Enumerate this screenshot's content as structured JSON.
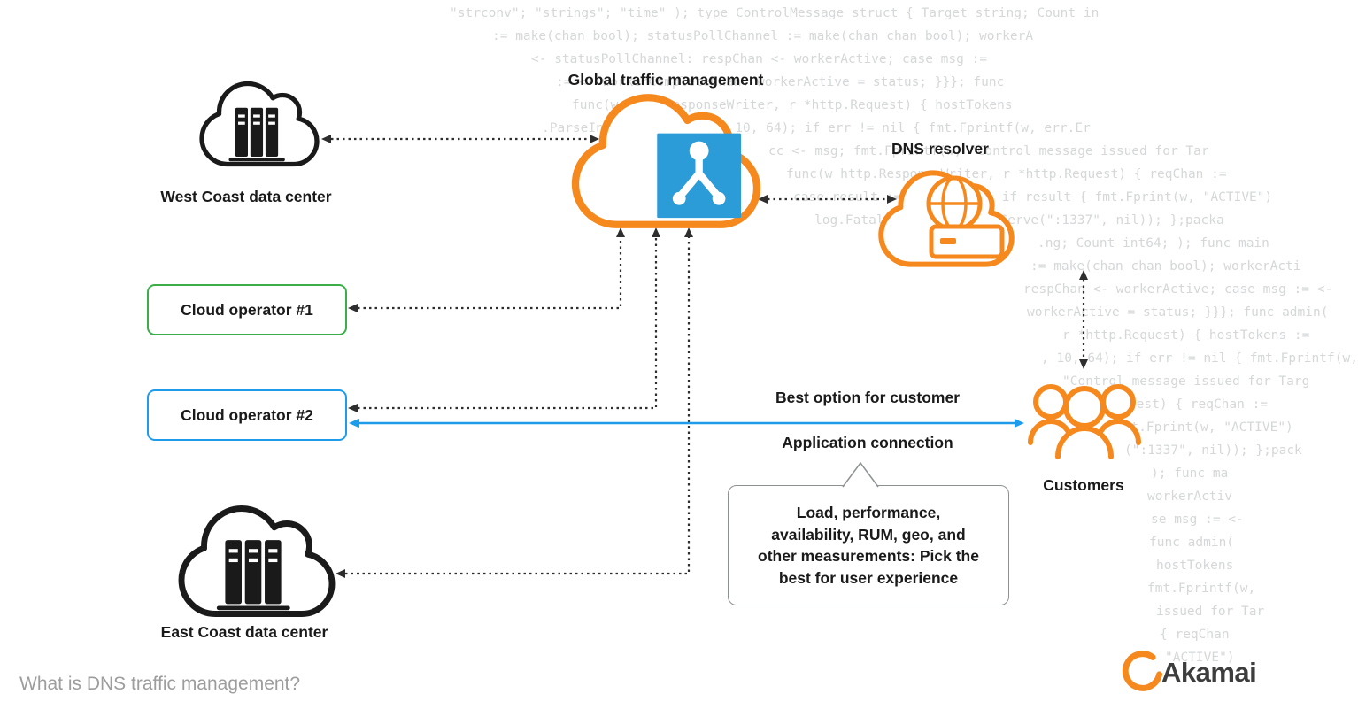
{
  "colors": {
    "orange": "#F6891E",
    "blue_square": "#2B9CD8",
    "green": "#3BAE49",
    "blue": "#1E9BE9",
    "ink": "#1A1A1A",
    "arrow": "#2E2E2E",
    "code": "#D5D7D8",
    "footer_gray": "#9D9D9D",
    "logo_text": "#3D3D3D",
    "callout_border": "#8E9193"
  },
  "icons": {
    "west_datacenter": "cloud-with-servers-icon",
    "east_datacenter": "cloud-with-servers-icon",
    "gtm": "cloud-branch-node-icon",
    "dns_resolver": "cloud-globe-server-icon",
    "customers": "people-group-icon",
    "logo": "akamai-crescent-icon"
  },
  "nodes": {
    "west_datacenter": {
      "label": "West Coast data center"
    },
    "east_datacenter": {
      "label": "East Coast data center"
    },
    "gtm": {
      "label": "Global traffic management"
    },
    "dns_resolver": {
      "label": "DNS resolver"
    },
    "cloud_operator_1": {
      "label": "Cloud operator #1"
    },
    "cloud_operator_2": {
      "label": "Cloud operator #2"
    },
    "customers": {
      "label": "Customers"
    }
  },
  "annotations": {
    "best_option": "Best option for customer",
    "application_connection": "Application connection",
    "callout": "Load, performance,\navailability, RUM, geo, and\nother measurements: Pick the\nbest for user experience"
  },
  "footer": {
    "question": "What is DNS traffic management?",
    "brand": "Akamai"
  },
  "background_code": {
    "lines": [
      {
        "indent": 8,
        "text": "\"strconv\"; \"strings\"; \"time\" ); type ControlMessage struct { Target string; Count in"
      },
      {
        "indent": 56,
        "text": ":= make(chan bool); statusPollChannel := make(chan chan bool); workerA"
      },
      {
        "indent": 100,
        "text": "<- statusPollChannel: respChan <- workerActive; case msg :="
      },
      {
        "indent": 128,
        "text": ":= <- workerCompleteChan: workerActive = status; }}}; func"
      },
      {
        "indent": 146,
        "text": "func(w http.ResponseWriter, r *http.Request) { hostTokens"
      },
      {
        "indent": 112,
        "text": ".ParseInt(hostTokens[1], 10, 64); if err != nil { fmt.Fprintf(w, err.Er"
      },
      {
        "indent": 368,
        "text": "cc <- msg; fmt.Fprintf(w, \"Control message issued for Tar"
      },
      {
        "indent": 388,
        "text": "func(w http.ResponseWriter, r *http.Request) { reqChan :="
      },
      {
        "indent": 396,
        "text": "case result := <- reqChan: if result { fmt.Fprint(w, \"ACTIVE\")"
      },
      {
        "indent": 420,
        "text": "log.Fatal(http.ListenAndServe(\":1337\", nil)); };packa"
      },
      {
        "indent": 672,
        "text": ".ng; Count int64; ); func main"
      },
      {
        "indent": 664,
        "text": ":= make(chan chan bool); workerActi"
      },
      {
        "indent": 656,
        "text": "respChan <- workerActive; case msg := <-"
      },
      {
        "indent": 660,
        "text": "workerActive = status; }}}; func admin("
      },
      {
        "indent": 700,
        "text": "r *http.Request) { hostTokens :="
      },
      {
        "indent": 676,
        "text": ", 10, 64); if err != nil { fmt.Fprintf(w,"
      },
      {
        "indent": 700,
        "text": "\"Control message issued for Targ"
      },
      {
        "indent": 740,
        "text": ".Request) { reqChan :="
      },
      {
        "indent": 760,
        "text": "fmt.Fprint(w, \"ACTIVE\")"
      },
      {
        "indent": 770,
        "text": "(\":1337\", nil)); };pack"
      },
      {
        "indent": 800,
        "text": "); func ma"
      },
      {
        "indent": 796,
        "text": "workerActiv"
      },
      {
        "indent": 800,
        "text": "se msg := <-"
      },
      {
        "indent": 798,
        "text": "func admin("
      },
      {
        "indent": 806,
        "text": "hostTokens"
      },
      {
        "indent": 796,
        "text": "fmt.Fprintf(w,"
      },
      {
        "indent": 806,
        "text": "issued for Tar"
      },
      {
        "indent": 810,
        "text": "{ reqChan"
      },
      {
        "indent": 816,
        "text": "\"ACTIVE\")"
      }
    ]
  }
}
